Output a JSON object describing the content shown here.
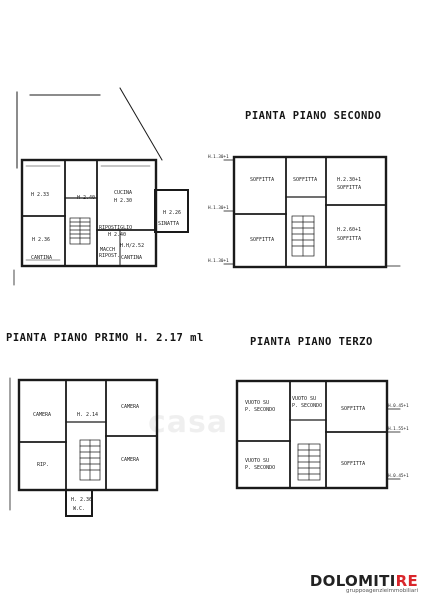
{
  "titles": {
    "secondo": "PIANTA PIANO SECONDO",
    "primo": "PIANTA PIANO PRIMO H. 2.17 ml",
    "terzo": "PIANTA PIANO TERZO"
  },
  "ground_labels": {
    "h233": "H 2.33",
    "h240": "H 2.40",
    "cucina": "CUCINA",
    "h230": "H 2.30",
    "h226": "H 2.26",
    "sinatta": "SINATTA",
    "h236": "H 2.36",
    "cantina_l": "CANTINA",
    "ripostiglio": "RIPOSTIGLIO",
    "h240b": "H 2.40",
    "h252": "H.H/2.52",
    "cantina_r": "CANTINA",
    "macch": "MACCH",
    "ripost": "RIPOST."
  },
  "secondo_labels": {
    "soffitta1": "SOFFITTA",
    "soffitta2": "SOFFITTA",
    "h230": "H.2.30+1",
    "soffitta3": "SOFFITTA",
    "soffitta4": "SOFFITTA",
    "h260": "H.2.60+1",
    "soffitta5": "SOFFITTA",
    "lvl1": "H.1.30+1",
    "lvl2": "H.1.30+1",
    "lvl3": "H.1.30+1"
  },
  "primo_labels": {
    "camera1": "CAMERA",
    "h214": "H. 2.14",
    "camera2": "CAMERA",
    "rip": "RIP.",
    "camera3": "CAMERA",
    "h236": "H. 2.36",
    "wc": "W.C."
  },
  "terzo_labels": {
    "vuoto1a": "VUOTO SU",
    "vuoto1b": "P. SECONDO",
    "vuoto2a": "VUOTO SU",
    "vuoto2b": "P. SECONDO",
    "soffitta1": "SOFFITTA",
    "vuoto3a": "VUOTO SU",
    "vuoto3b": "P. SECONDO",
    "soffitta2": "SOFFITTA",
    "lvl1": "H.0.45+1",
    "lvl2": "H.1.55+1",
    "lvl3": "H.0.45+1"
  },
  "logo": {
    "word_main": "DOLOMITI",
    "word_accent": "RE",
    "sub": "gruppoagenzieimmobiliari"
  },
  "watermark": "casa"
}
